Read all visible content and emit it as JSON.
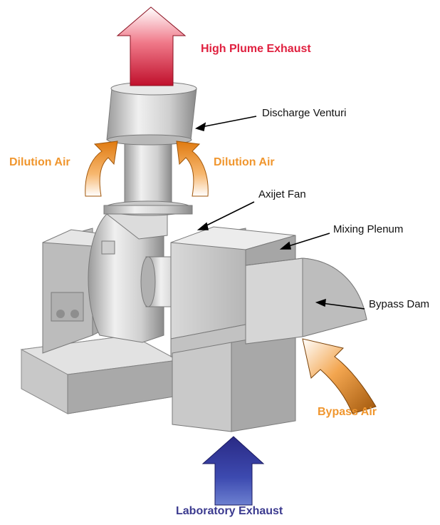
{
  "labels": {
    "high_plume_exhaust": "High Plume Exhaust",
    "discharge_venturi": "Discharge Venturi",
    "dilution_air_left": "Dilution Air",
    "dilution_air_right": "Dilution Air",
    "axijet_fan": "Axijet Fan",
    "mixing_plenum": "Mixing Plenum",
    "bypass_damper": "Bypass Dam",
    "bypass_air": "Bypass Air",
    "laboratory_exhaust": "Laboratory Exhaust"
  },
  "colors": {
    "high_plume": "#e0203f",
    "dilution": "#f0962e",
    "bypass": "#f0962e",
    "laboratory": "#3b3a8f",
    "metal_light": "#e4e4e4",
    "metal_mid": "#bdbdbd",
    "metal_dark": "#8c8c8c",
    "leader_line": "#000000"
  }
}
